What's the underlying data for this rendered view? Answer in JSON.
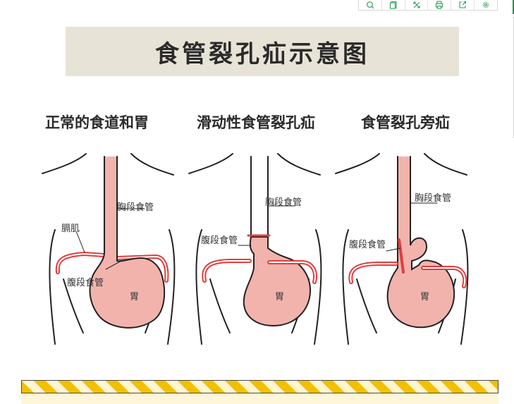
{
  "toolbar": {
    "tools": [
      {
        "icon": "search-icon"
      },
      {
        "icon": "copy-icon"
      },
      {
        "icon": "expand-icon"
      },
      {
        "icon": "print-icon"
      },
      {
        "icon": "share-icon"
      },
      {
        "icon": "settings-icon"
      }
    ]
  },
  "banner": {
    "title": "食管裂孔疝示意图"
  },
  "panels": [
    {
      "title": "正常的食道和胃",
      "labels": {
        "diaphragm": "膈肌",
        "thoracic": "胸段食管",
        "abdominal": "腹段食管",
        "stomach": "胃"
      }
    },
    {
      "title": "滑动性食管裂孔疝",
      "labels": {
        "thoracic": "胸段食管",
        "abdominal": "腹段食管",
        "stomach": "胃"
      }
    },
    {
      "title": "食管裂孔旁疝",
      "labels": {
        "thoracic": "胸段食管",
        "abdominal": "腹段食管",
        "stomach": "胃"
      }
    }
  ],
  "colors": {
    "stomach_fill": "#f2b3ad",
    "diaphragm_stroke": "#e23d3d",
    "outline": "#222222",
    "banner_bg": "#e7e3d6",
    "stripe_yellow": "#f3c000"
  }
}
